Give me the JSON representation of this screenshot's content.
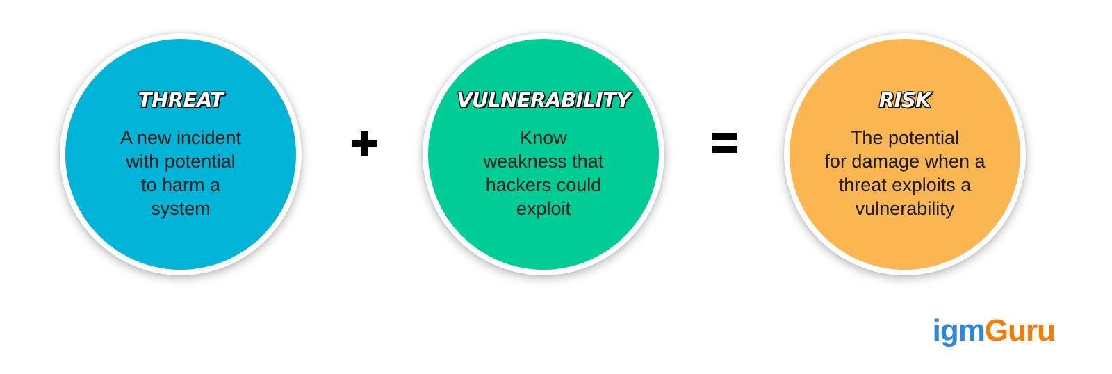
{
  "circles": [
    {
      "title": "THREAT",
      "desc": [
        "A new incident",
        "with potential",
        "to harm a",
        "system"
      ],
      "color": "#00b4d8"
    },
    {
      "title": "VULNERABILITY",
      "desc": [
        "Know",
        "weakness that",
        "hackers could",
        "exploit"
      ],
      "color": "#00cc96"
    },
    {
      "title": "RISK",
      "desc": [
        "The potential",
        "for damage when a",
        "threat exploits a",
        "vulnerability"
      ],
      "color": "#f9b651"
    }
  ],
  "operators": [
    "plus",
    "equals"
  ],
  "logo": {
    "part1": "igm",
    "part2": "Guru",
    "color1": "#2e86de",
    "color2": "#f57c00"
  }
}
